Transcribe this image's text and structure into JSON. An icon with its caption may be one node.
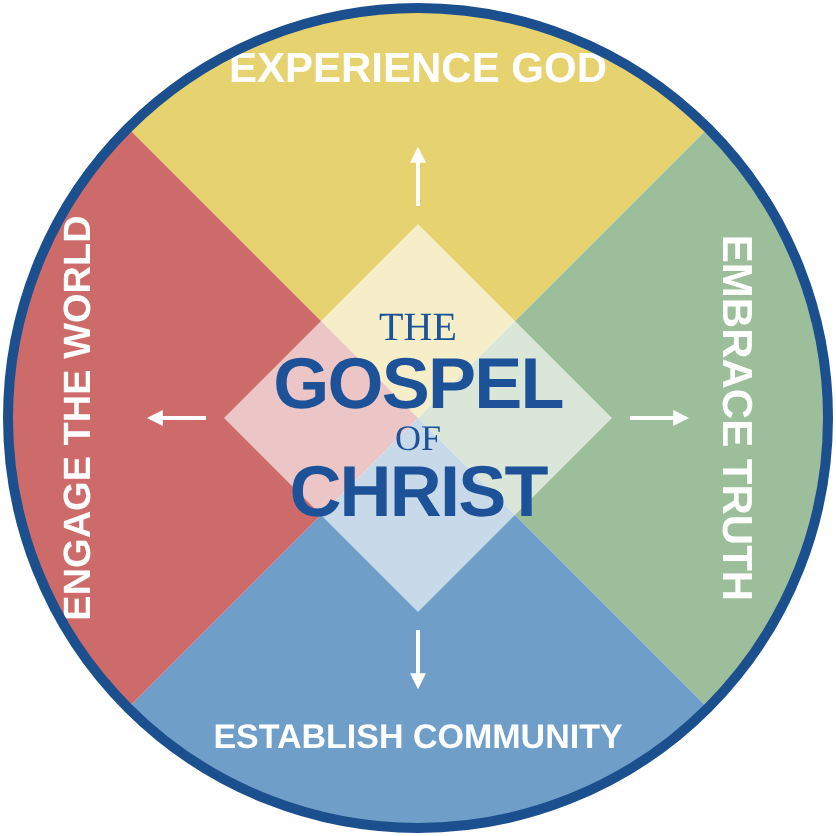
{
  "diagram": {
    "nodes": [
      {
        "text": [
          "EXPERIENCE GOD"
        ]
      },
      {
        "text": [
          "EMBRACE TRUTH"
        ]
      },
      {
        "text": [
          "ESTABLISH COMMUNITY"
        ]
      },
      {
        "text": [
          "ENGAGE THE WORLD"
        ]
      },
      {
        "text": [
          "THE",
          "GOSPEL",
          "OF",
          "CHRIST"
        ]
      }
    ],
    "edges": [
      {
        "from": 4,
        "to": 0,
        "arrow": "to"
      },
      {
        "from": 4,
        "to": 1,
        "arrow": "to"
      },
      {
        "from": 4,
        "to": 2,
        "arrow": "to"
      },
      {
        "from": 4,
        "to": 3,
        "arrow": "to"
      }
    ]
  }
}
